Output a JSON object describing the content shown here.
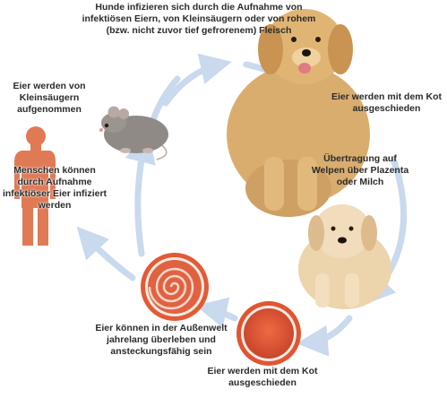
{
  "labels": {
    "dog": "Hunde infizieren sich durch die Aufnahme von infektiösen Eiern, von Kleinsäugern oder von rohem (bzw. nicht zuvor tief gefrorenem) Fleisch",
    "kot_top": "Eier werden mit dem Kot ausgeschieden",
    "welpen": "Übertragung auf Welpen über Plazenta oder Milch",
    "kot_bottom": "Eier werden mit dem Kot ausgeschieden",
    "aussenwelt": "Eier können in der Außenwelt jahrelang überleben und ansteckungsfähig sein",
    "kleinsaeuger": "Eier werden von Kleinsäugern aufgenommen",
    "menschen": "Menschen können durch Aufnahme infektiöser Eier infiziert werden"
  },
  "colors": {
    "arrow": "#c9d9ee",
    "egg_outer": "#e8603c",
    "egg_ring": "#f7efe6",
    "egg_inner": "#d94c2c",
    "human": "#e07a55",
    "dog_fur": "#d6a96a",
    "puppy_fur": "#efd9b4",
    "mouse": "#8e8a86"
  },
  "icons": [
    "adult-dog-icon",
    "puppy-icon",
    "mouse-icon",
    "human-body-icon",
    "embryonated-egg-icon",
    "egg-icon"
  ]
}
